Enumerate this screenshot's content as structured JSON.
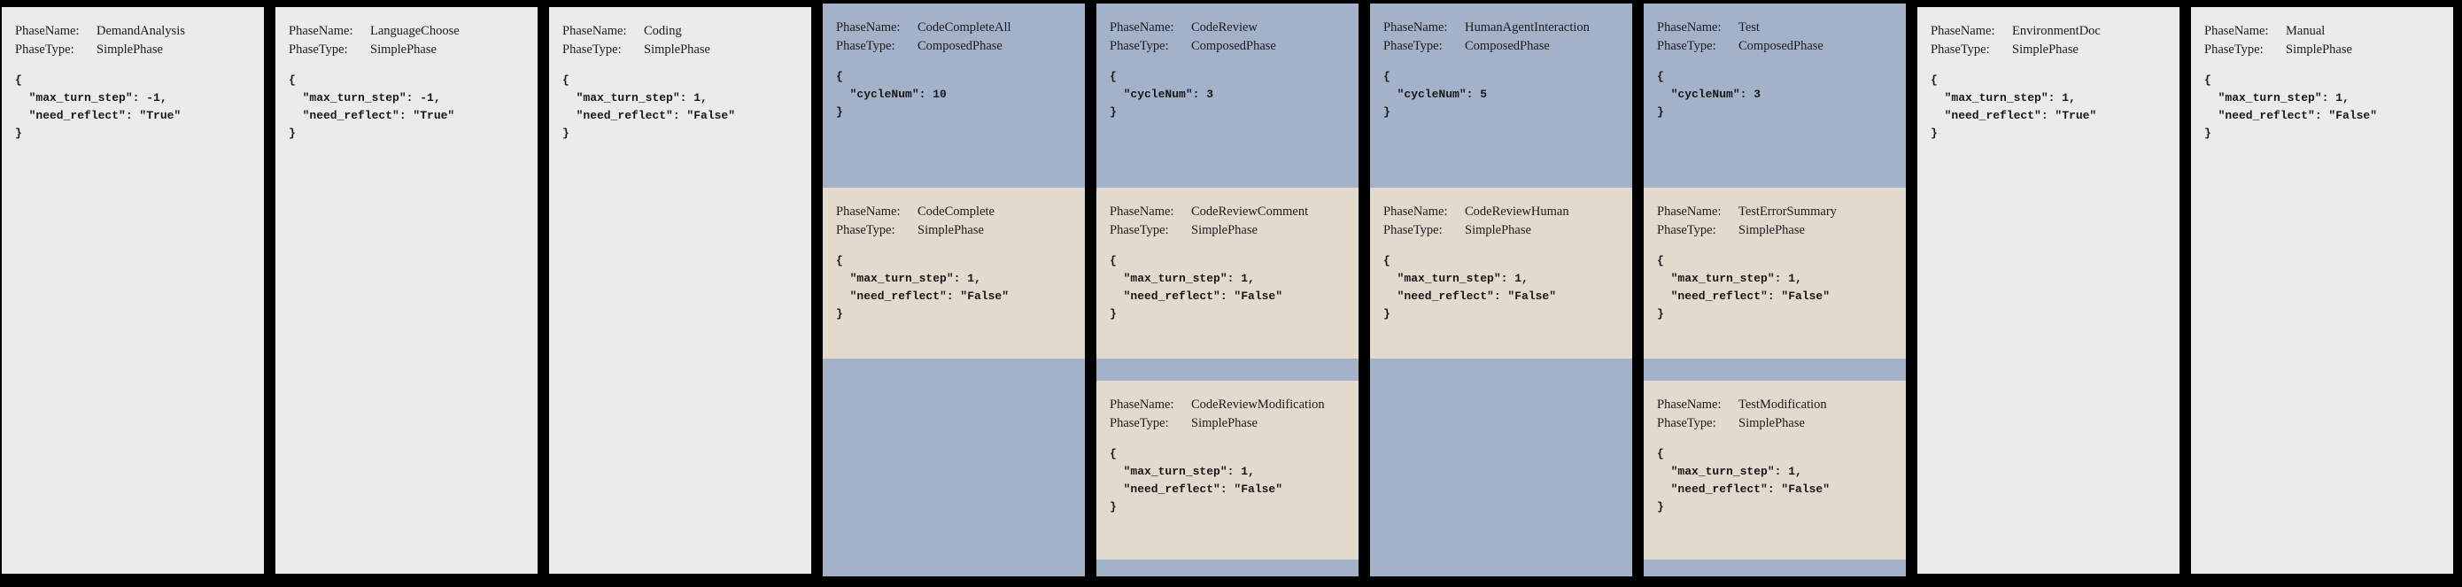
{
  "labels": {
    "phase_name": "PhaseName:",
    "phase_type": "PhaseType:"
  },
  "colors": {
    "page_bg": "#000000",
    "simple_phase_bg": "#e9eceb",
    "composed_phase_bg": "#a3b2c9",
    "subphase_bg": "#e1dacd",
    "text": "#1a1a1a"
  },
  "columns": [
    {
      "name": "DemandAnalysis",
      "type": "SimplePhase",
      "config": "{\n  \"max_turn_step\": -1,\n  \"need_reflect\": \"True\"\n}"
    },
    {
      "name": "LanguageChoose",
      "type": "SimplePhase",
      "config": "{\n  \"max_turn_step\": -1,\n  \"need_reflect\": \"True\"\n}"
    },
    {
      "name": "Coding",
      "type": "SimplePhase",
      "config": "{\n  \"max_turn_step\": 1,\n  \"need_reflect\": \"False\"\n}"
    },
    {
      "name": "CodeCompleteAll",
      "type": "ComposedPhase",
      "config": "{\n  \"cycleNum\": 10\n}",
      "children": [
        {
          "name": "CodeComplete",
          "type": "SimplePhase",
          "config": "{\n  \"max_turn_step\": 1,\n  \"need_reflect\": \"False\"\n}"
        }
      ]
    },
    {
      "name": "CodeReview",
      "type": "ComposedPhase",
      "config": "{\n  \"cycleNum\": 3\n}",
      "children": [
        {
          "name": "CodeReviewComment",
          "type": "SimplePhase",
          "config": "{\n  \"max_turn_step\": 1,\n  \"need_reflect\": \"False\"\n}"
        },
        {
          "name": "CodeReviewModification",
          "type": "SimplePhase",
          "config": "{\n  \"max_turn_step\": 1,\n  \"need_reflect\": \"False\"\n}"
        }
      ]
    },
    {
      "name": "HumanAgentInteraction",
      "type": "ComposedPhase",
      "config": "{\n  \"cycleNum\": 5\n}",
      "children": [
        {
          "name": "CodeReviewHuman",
          "type": "SimplePhase",
          "config": "{\n  \"max_turn_step\": 1,\n  \"need_reflect\": \"False\"\n}"
        }
      ]
    },
    {
      "name": "Test",
      "type": "ComposedPhase",
      "config": "{\n  \"cycleNum\": 3\n}",
      "children": [
        {
          "name": "TestErrorSummary",
          "type": "SimplePhase",
          "config": "{\n  \"max_turn_step\": 1,\n  \"need_reflect\": \"False\"\n}"
        },
        {
          "name": "TestModification",
          "type": "SimplePhase",
          "config": "{\n  \"max_turn_step\": 1,\n  \"need_reflect\": \"False\"\n}"
        }
      ]
    },
    {
      "name": "EnvironmentDoc",
      "type": "SimplePhase",
      "config": "{\n  \"max_turn_step\": 1,\n  \"need_reflect\": \"True\"\n}"
    },
    {
      "name": "Manual",
      "type": "SimplePhase",
      "config": "{\n  \"max_turn_step\": 1,\n  \"need_reflect\": \"False\"\n}"
    }
  ]
}
